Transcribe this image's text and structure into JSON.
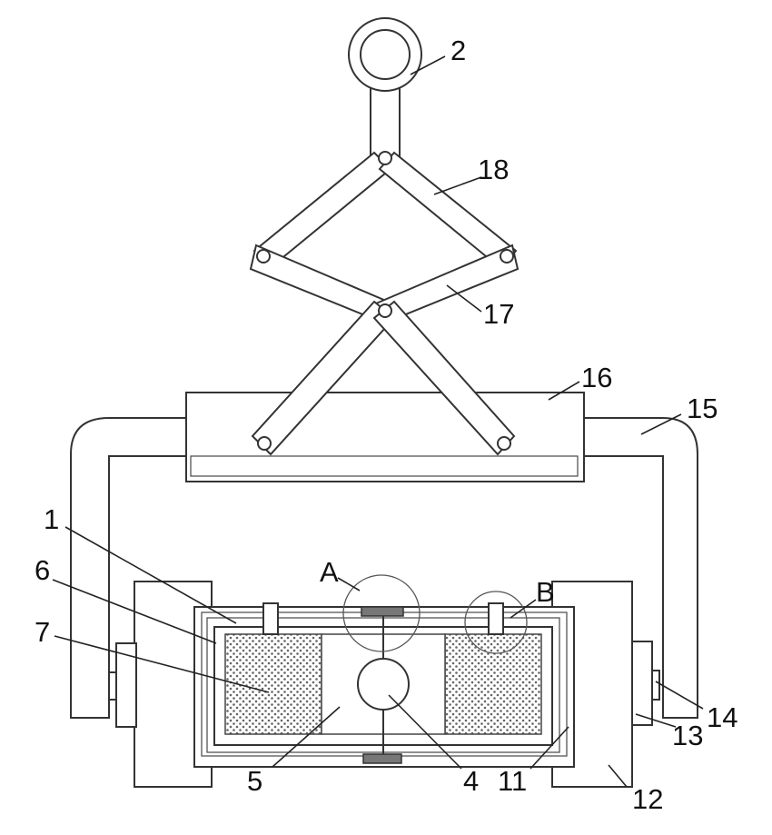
{
  "labels": {
    "l1": "1",
    "l2": "2",
    "l4": "4",
    "l5": "5",
    "l6": "6",
    "l7": "7",
    "l11": "11",
    "l12": "12",
    "l13": "13",
    "l14": "14",
    "l15": "15",
    "l16": "16",
    "l17": "17",
    "l18": "18",
    "lA": "A",
    "lB": "B"
  }
}
